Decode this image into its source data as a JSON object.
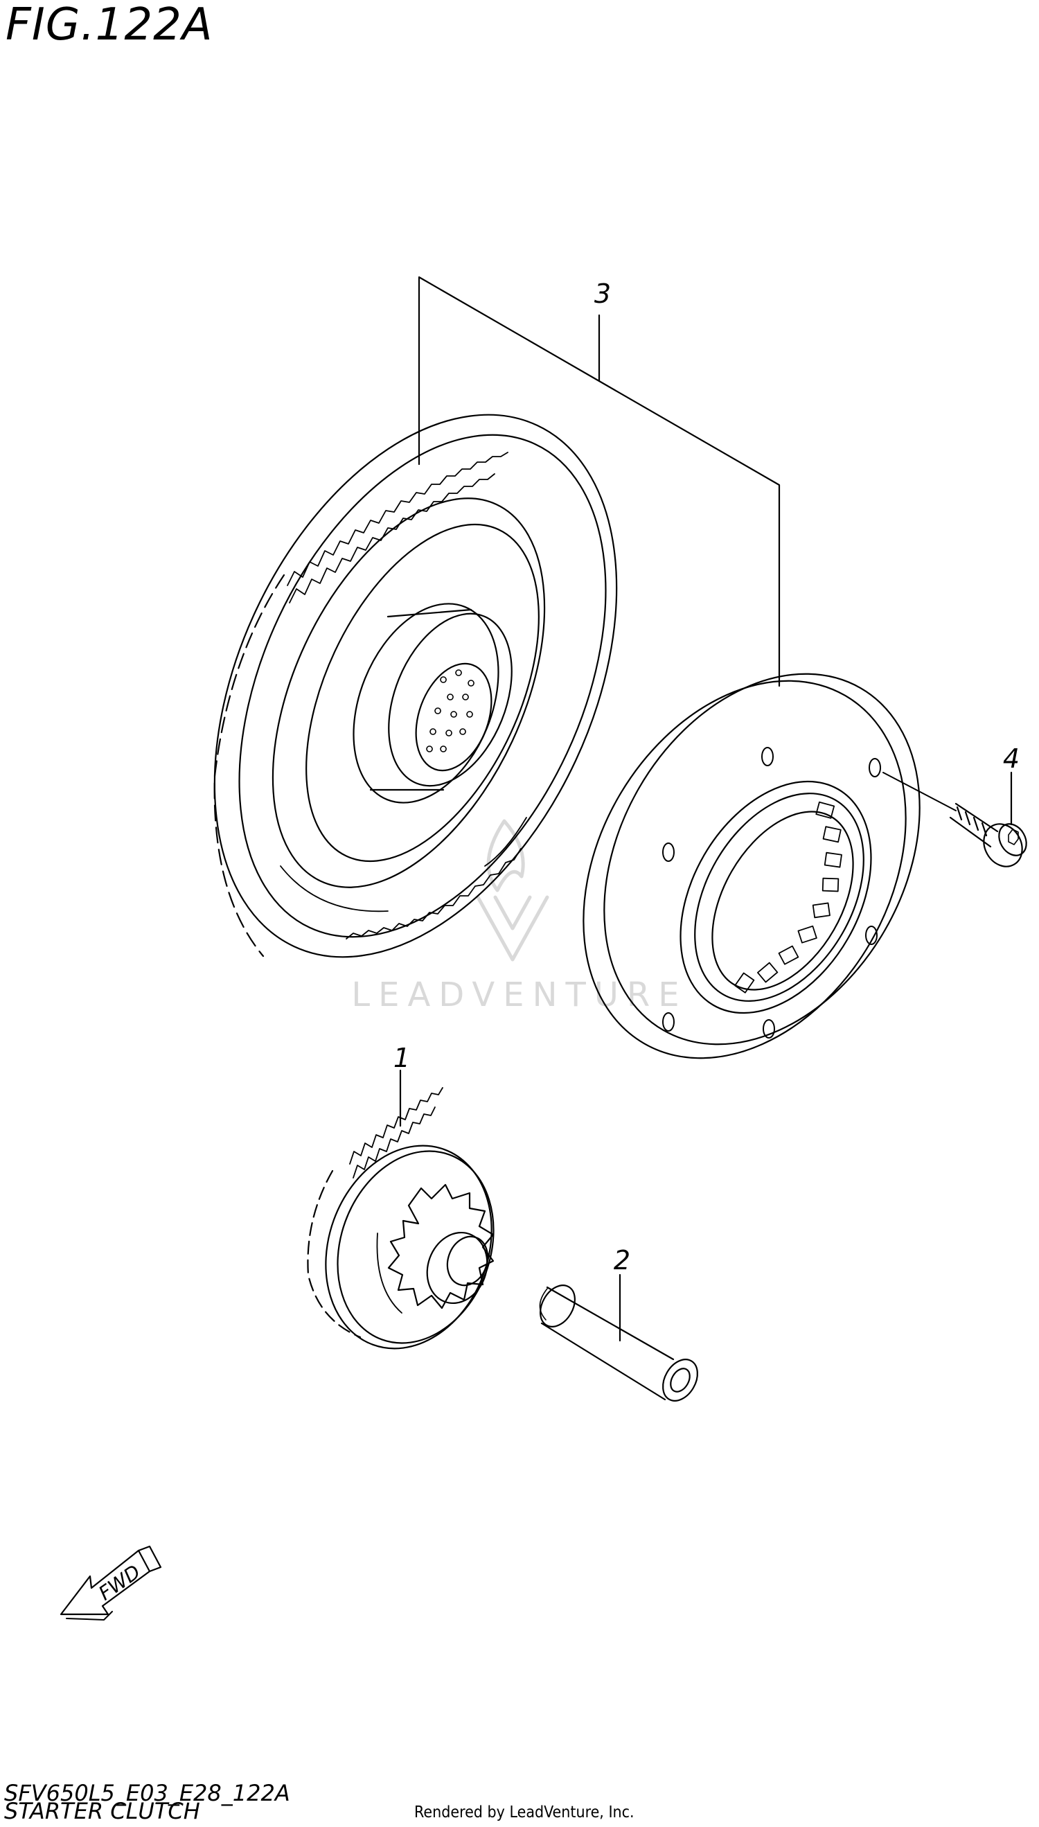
{
  "figure": {
    "title": "FIG.122A"
  },
  "callouts": [
    {
      "id": "1",
      "label": "1"
    },
    {
      "id": "2",
      "label": "2"
    },
    {
      "id": "3",
      "label": "3"
    },
    {
      "id": "4",
      "label": "4"
    }
  ],
  "fwd_arrow": {
    "label": "FWD"
  },
  "watermark": {
    "text": "LEADVENTURE"
  },
  "footer": {
    "model_code": "SFV650L5_E03_E28_122A",
    "section": "STARTER CLUTCH",
    "rendered_by": "Rendered by LeadVenture, Inc."
  }
}
